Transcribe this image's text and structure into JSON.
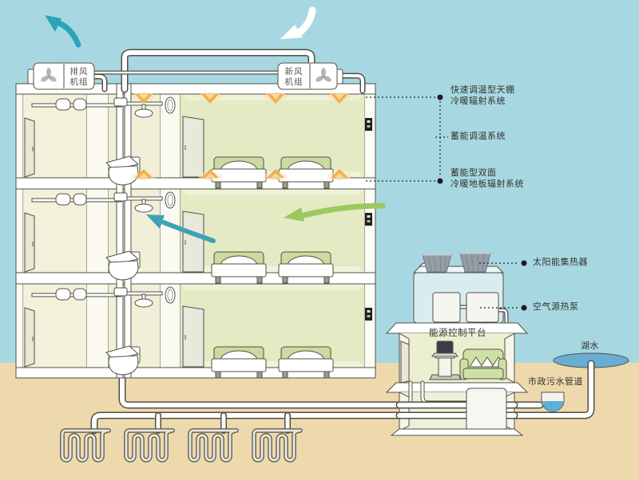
{
  "scene": {
    "type": "building-energy-system-diagram",
    "colors": {
      "sky": "#a7d8e2",
      "ground": "#eed9ad",
      "teal_arrow": "#2ba4b6",
      "green_arrow": "#9cc95e",
      "white_arrow": "#ffffff",
      "radiant_orange": "#f3b04a",
      "lake_blue": "#68aed3",
      "sewage_water_blue": "#5fb0d8",
      "solar_panel_gray": "#979da6",
      "bedroom_green": "#e4ebc4",
      "room_cream": "#f3f1da",
      "sofa_green": "#cfe0a4"
    }
  },
  "fan_units": {
    "exhaust": {
      "label": "排风\n机组"
    },
    "fresh": {
      "label": "新风\n机组"
    }
  },
  "annotations": {
    "ceiling_radiant": {
      "label": "快速调温型天棚\n冷暖辐射系统"
    },
    "thermal_storage": {
      "label": "蓄能调温系统"
    },
    "floor_radiant": {
      "label": "蓄能型双面\n冷暖地板辐射系统"
    },
    "solar_collector": {
      "label": "太阳能集热器"
    },
    "air_source_heat_pump": {
      "label": "空气源热泵"
    },
    "energy_control_platform": {
      "label": "能源控制平台"
    },
    "lake_water": {
      "label": "湖水"
    },
    "municipal_sewage": {
      "label": "市政污水管道"
    }
  }
}
